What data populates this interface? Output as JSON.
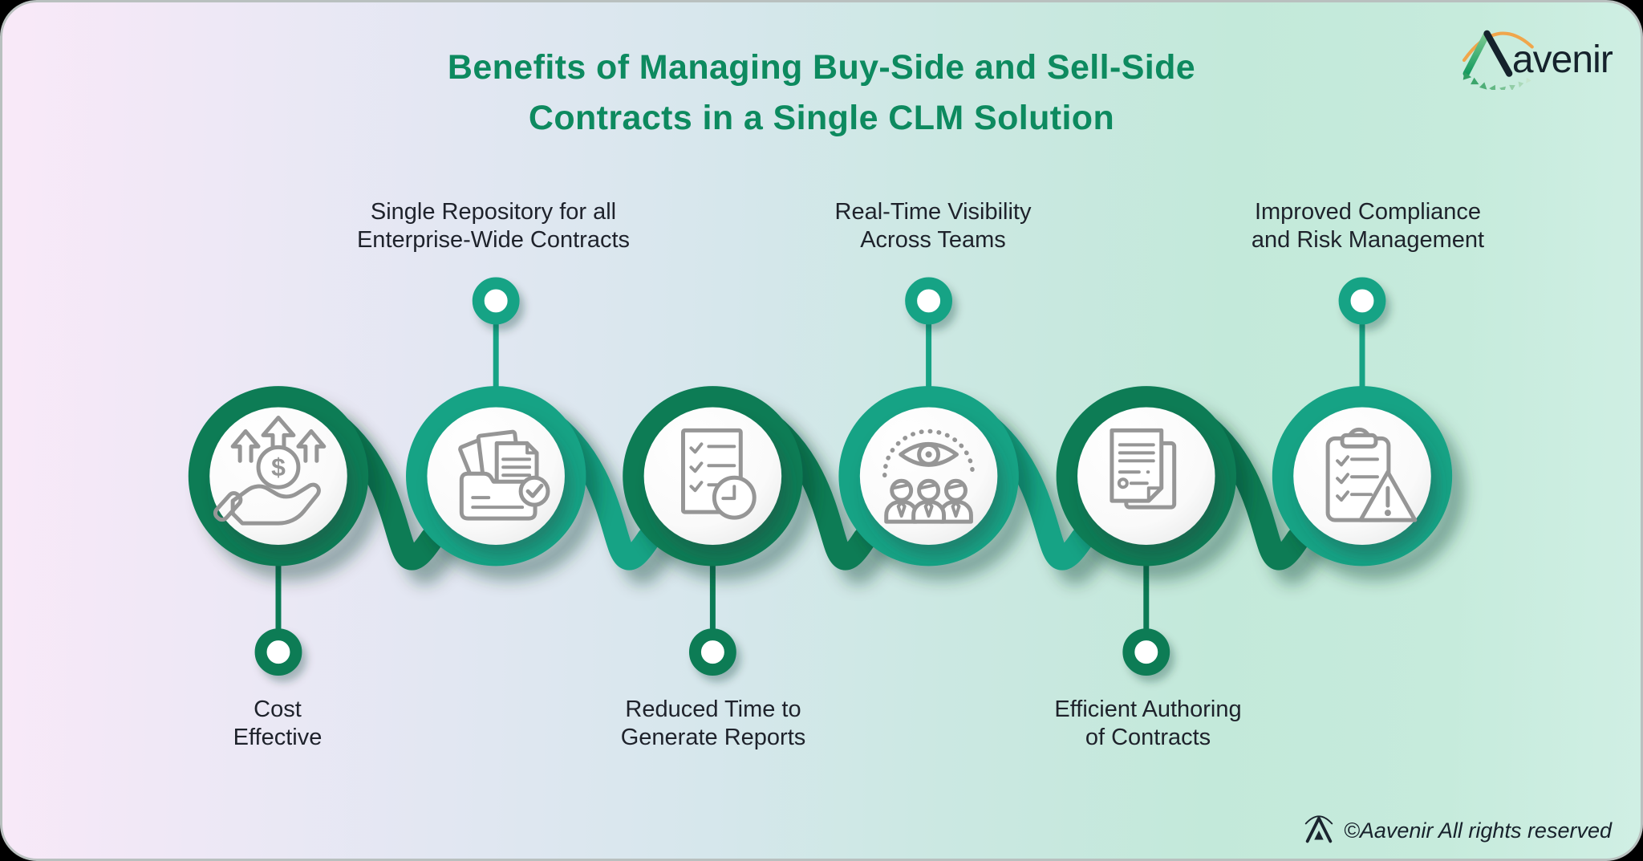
{
  "title": {
    "line1": "Benefits of Managing Buy-Side and Sell-Side",
    "line2": "Contracts in a Single CLM Solution"
  },
  "brand": {
    "name": "Aavenir",
    "logo_suffix": "avenir"
  },
  "steps": [
    {
      "label_lines": [
        "Cost",
        "Effective"
      ],
      "label_position": "bottom",
      "icon": "money-growth-hand-icon",
      "ring_color": "#0B7B55"
    },
    {
      "label_lines": [
        "Single Repository for all",
        "Enterprise-Wide Contracts"
      ],
      "label_position": "top",
      "icon": "folder-documents-check-icon",
      "ring_color": "#16A385"
    },
    {
      "label_lines": [
        "Reduced Time to",
        "Generate Reports"
      ],
      "label_position": "bottom",
      "icon": "checklist-clock-icon",
      "ring_color": "#0B7B55"
    },
    {
      "label_lines": [
        "Real-Time Visibility",
        "Across Teams"
      ],
      "label_position": "top",
      "icon": "eye-team-icon",
      "ring_color": "#16A385"
    },
    {
      "label_lines": [
        "Efficient Authoring",
        "of Contracts"
      ],
      "label_position": "bottom",
      "icon": "stacked-documents-icon",
      "ring_color": "#0B7B55"
    },
    {
      "label_lines": [
        "Improved Compliance",
        "and Risk Management"
      ],
      "label_position": "top",
      "icon": "clipboard-warning-icon",
      "ring_color": "#16A385"
    }
  ],
  "footer": {
    "copyright": "©Aavenir All rights reserved"
  },
  "colors": {
    "title_green": "#0D8A5F",
    "ring_dark_green": "#0B7B55",
    "ring_teal": "#16A385",
    "icon_gray": "#969696",
    "label_text": "#1E222B",
    "bg_left_pink": "#F9E9F8",
    "bg_mid_blue": "#D6E7EC",
    "bg_right_mint": "#C6EBDC",
    "logo_arc_orange": "#F0A64B",
    "logo_text_dark": "#15222C"
  }
}
